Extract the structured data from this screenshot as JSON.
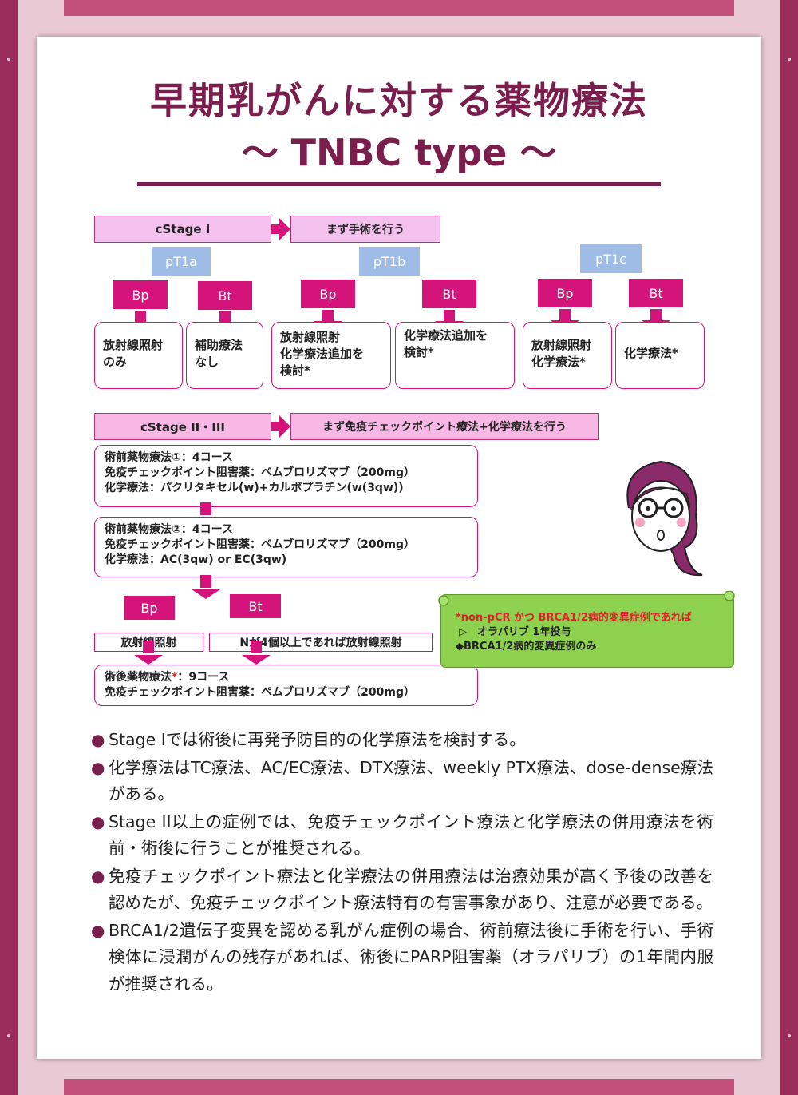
{
  "header": {
    "title": "早期乳がんに対する薬物療法",
    "subtitle": "〜 TNBC type 〜"
  },
  "stage1": {
    "label": "cStage I",
    "action": "まず手術を行う",
    "pt1a": {
      "label": "pT1a",
      "bp": "Bp",
      "bt": "Bt",
      "bp_result": [
        "放射線照射",
        "のみ"
      ],
      "bt_result": [
        "補助療法",
        "なし"
      ]
    },
    "pt1b": {
      "label": "pT1b",
      "bp": "Bp",
      "bt": "Bt",
      "bp_result": [
        "放射線照射",
        "化学療法追加を",
        "検討*"
      ],
      "bt_result": [
        "化学療法追加を",
        "検討*"
      ]
    },
    "pt1c": {
      "label": "pT1c",
      "bp": "Bp",
      "bt": "Bt",
      "bp_result": [
        "放射線照射",
        "化学療法*"
      ],
      "bt_result": [
        "化学療法*"
      ]
    }
  },
  "stage23": {
    "label": "cStage II・III",
    "action": "まず免疫チェックポイント療法+化学療法を行う",
    "neo1": [
      "術前薬物療法①：4コース",
      "免疫チェックポイント阻害薬：ペムブロリズマブ（200mg）",
      "化学療法：パクリタキセル(w)+カルボプラチン(w(3qw))"
    ],
    "neo2": [
      "術前薬物療法②：4コース",
      "免疫チェックポイント阻害薬：ペムブロリズマブ（200mg）",
      "化学療法：AC(3qw) or EC(3qw)"
    ],
    "bp": "Bp",
    "bt": "Bt",
    "bp_result": "放射線照射",
    "bt_result": "Nが4個以上であれば放射線照射",
    "adjuvant_line1_prefix": "術後薬物療法",
    "adjuvant_star": "*",
    "adjuvant_line1_suffix": "：9コース",
    "adjuvant_line2": "免疫チェックポイント阻害薬：ペムブロリズマブ（200mg）"
  },
  "note": {
    "line1": "*non-pCR かつ BRCA1/2病的変異症例であれば",
    "line2": "▷　オラパリブ 1年投与",
    "line3": "◆BRCA1/2病的変異症例のみ"
  },
  "bullets": [
    "Stage Iでは術後に再発予防目的の化学療法を検討する。",
    "化学療法はTC療法、AC/EC療法、DTX療法、weekly PTX療法、dose-dense療法がある。",
    "Stage II以上の症例では、免疫チェックポイント療法と化学療法の併用療法を術前・術後に行うことが推奨される。",
    "免疫チェックポイント療法と化学療法の併用療法は治療効果が高く予後の改善を認めたが、免疫チェックポイント療法特有の有害事象があり、注意が必要である。",
    "BRCA1/2遺伝子変異を認める乳がん症例の場合、術前療法後に手術を行い、手術検体に浸潤がんの残存があれば、術後にPARP阻害薬（オラパリブ）の1年間内服が推奨される。"
  ],
  "bullet_symbol": "●",
  "colors": {
    "title": "#7a1f4d",
    "accent": "#d4147a",
    "note_bg": "#8dd14f",
    "pt_bg": "#9fbce6"
  }
}
